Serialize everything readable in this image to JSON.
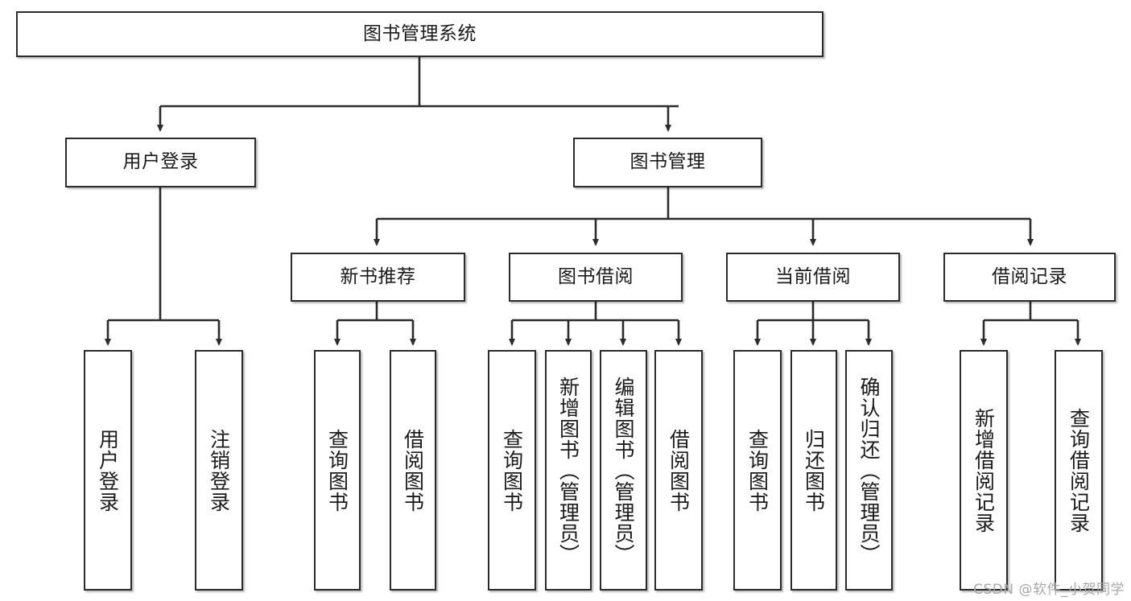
{
  "diagram": {
    "type": "tree-hierarchy",
    "title": "图书管理系统",
    "watermark": "CSDN @软件_小贺同学",
    "colors": {
      "node_border": "#2b2b2b",
      "node_fill": "#ffffff",
      "edge": "#2b2b2b",
      "watermark": "#a7a7a7",
      "background": "#ffffff"
    },
    "nodes": {
      "root": {
        "label": "图书管理系统"
      },
      "level2": [
        {
          "label": "用户登录"
        },
        {
          "label": "图书管理"
        }
      ],
      "level3": [
        {
          "label": "新书推荐"
        },
        {
          "label": "图书借阅"
        },
        {
          "label": "当前借阅"
        },
        {
          "label": "借阅记录"
        }
      ],
      "leaves": {
        "user_login": [
          {
            "label": "用户登录"
          },
          {
            "label": "注销登录"
          }
        ],
        "new_book_recommend": [
          {
            "label": "查询图书"
          },
          {
            "label": "借阅图书"
          }
        ],
        "book_borrow": [
          {
            "label": "查询图书"
          },
          {
            "label": "新增图书（管理员）"
          },
          {
            "label": "编辑图书（管理员）"
          },
          {
            "label": "借阅图书"
          }
        ],
        "current_borrow": [
          {
            "label": "查询图书"
          },
          {
            "label": "归还图书"
          },
          {
            "label": "确认归还（管理员）"
          }
        ],
        "borrow_record": [
          {
            "label": "新增借阅记录"
          },
          {
            "label": "查询借阅记录"
          }
        ]
      }
    }
  }
}
